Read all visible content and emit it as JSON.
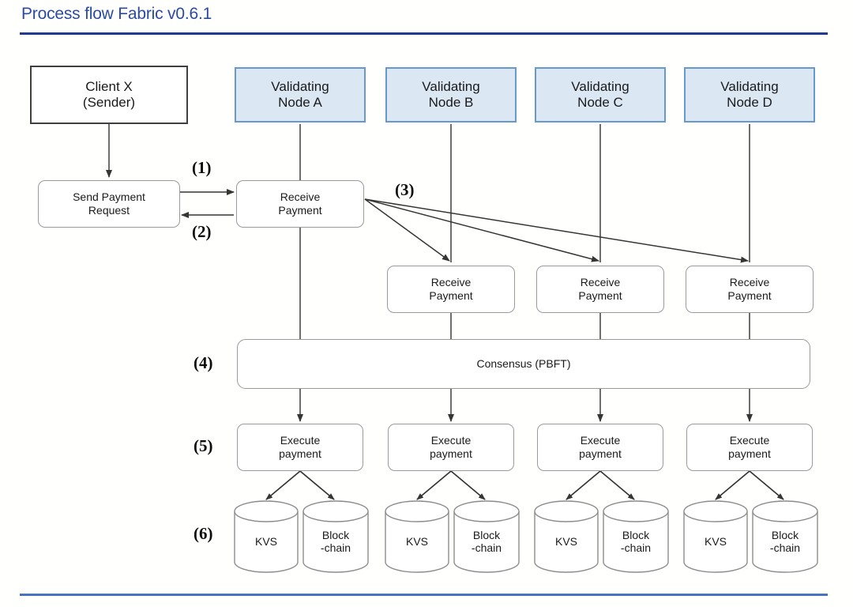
{
  "slide": {
    "title": "Process flow Fabric v0.6.1",
    "title_color": "#2b4ba0",
    "rule_top_color": "#1f3a93",
    "rule_bottom_color": "#4a72c4"
  },
  "colors": {
    "validating_node_fill": "#dbe8f4",
    "validating_node_border": "#6699cc",
    "client_border": "#3f3f3f",
    "process_border": "#9a9a9a",
    "connector": "#404040"
  },
  "actors": {
    "client": {
      "label": "Client X\n(Sender)"
    },
    "nodes": [
      {
        "label": "Validating\nNode A"
      },
      {
        "label": "Validating\nNode B"
      },
      {
        "label": "Validating\nNode C"
      },
      {
        "label": "Validating\nNode D"
      }
    ]
  },
  "steps": {
    "s1": "(1)",
    "s2": "(2)",
    "s3": "(3)",
    "s4": "(4)",
    "s5": "(5)",
    "s6": "(6)"
  },
  "process": {
    "send_payment_request": "Send Payment\nRequest",
    "receive_payment_a": "Receive\nPayment",
    "receive_payment_b": "Receive\nPayment",
    "receive_payment_c": "Receive\nPayment",
    "receive_payment_d": "Receive\nPayment",
    "consensus": "Consensus (PBFT)",
    "execute_payment_a": "Execute\npayment",
    "execute_payment_b": "Execute\npayment",
    "execute_payment_c": "Execute\npayment",
    "execute_payment_d": "Execute\npayment"
  },
  "stores": {
    "a": [
      {
        "label": "KVS"
      },
      {
        "label": "Block\n-chain"
      }
    ],
    "b": [
      {
        "label": "KVS"
      },
      {
        "label": "Block\n-chain"
      }
    ],
    "c": [
      {
        "label": "KVS"
      },
      {
        "label": "Block\n-chain"
      }
    ],
    "d": [
      {
        "label": "KVS"
      },
      {
        "label": "Block\n-chain"
      }
    ]
  }
}
